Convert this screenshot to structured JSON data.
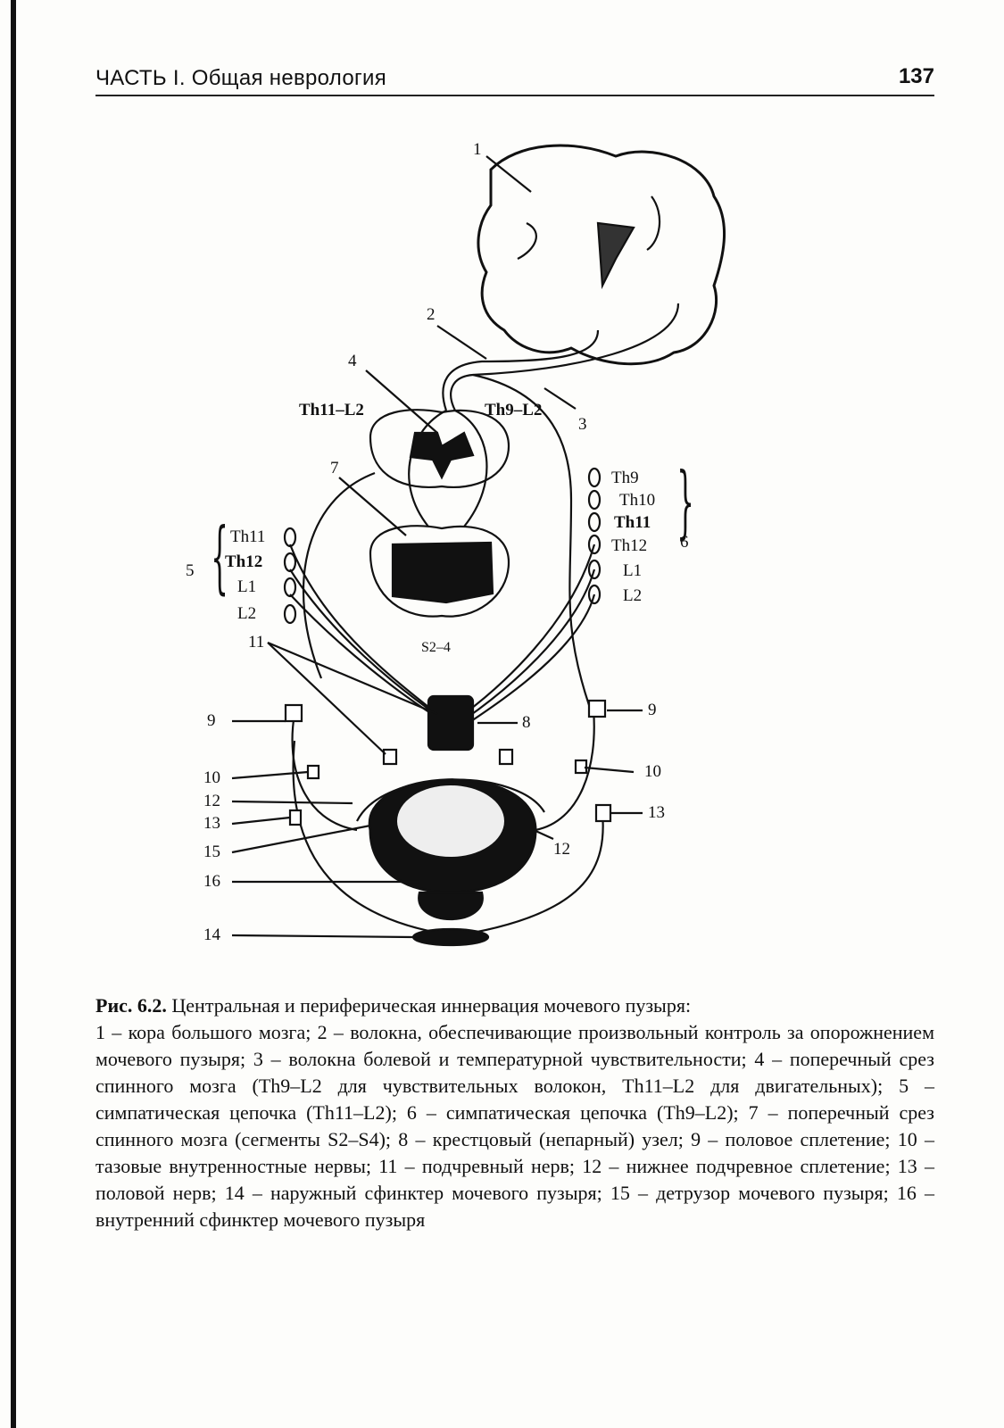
{
  "header": {
    "title": "ЧАСТЬ I. Общая неврология",
    "page_number": "137"
  },
  "figure": {
    "labels": {
      "n1": "1",
      "n2": "2",
      "n3": "3",
      "n4": "4",
      "n5": "5",
      "n6": "6",
      "n7": "7",
      "n8": "8",
      "n9_left": "9",
      "n9_right": "9",
      "n10_left": "10",
      "n10_right": "10",
      "n11": "11",
      "n12_left": "12",
      "n12_right": "12",
      "n13_left": "13",
      "n13_right": "13",
      "n14": "14",
      "n15": "15",
      "n16": "16"
    },
    "segments": {
      "motor_range": "Th11–L2",
      "sensory_range": "Th9–L2",
      "sacral": "S2–4"
    },
    "left_chain": [
      "Th11",
      "Th12",
      "L1",
      "L2"
    ],
    "right_chain": [
      "Th9",
      "Th10",
      "Th11",
      "Th12",
      "L1",
      "L2"
    ]
  },
  "caption": {
    "figure_number": "Рис. 6.2.",
    "title": "Центральная и периферическая иннервация мочевого пузыря:",
    "text": "1 – кора большого мозга; 2 – волокна, обеспечивающие произвольный контроль за опорожнением мочевого пузыря; 3 – волокна болевой и температурной чувствительности; 4 – поперечный срез спинного мозга (Th9–L2 для чувствительных волокон, Th11–L2 для двигательных); 5 – симпатическая цепочка (Th11–L2); 6 – симпатическая цепочка (Th9–L2); 7 – поперечный срез спинного мозга (сегменты S2–S4); 8 – крестцовый (непарный) узел; 9 – половое сплетение; 10 – тазовые внутренностные нервы; 11 – подчревный нерв; 12 – нижнее подчревное сплетение; 13 – половой нерв; 14 – наружный сфинктер мочевого пузыря; 15 – детрузор мочевого пузыря; 16 – внутренний сфинктер мочевого пузыря"
  }
}
